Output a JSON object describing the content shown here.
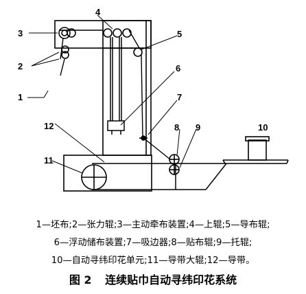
{
  "diagram": {
    "labels": {
      "n1": "1",
      "n2": "2",
      "n3": "3",
      "n4": "4",
      "n5": "5",
      "n6": "6",
      "n7": "7",
      "n8": "8",
      "n9": "9",
      "n10": "10",
      "n11": "11",
      "n12": "12"
    }
  },
  "legend": {
    "line1": "1—坯布;2—张力辊;3—主动牵布装置;4—上辊;5—导布辊;",
    "line2": "6—浮动储布装置;7—吸边器;8—贴布辊;9—托辊;",
    "line3": "10—自动寻纬印花单元;11—导带大辊;12—导带。"
  },
  "caption": {
    "number": "图 2",
    "title": "连续贴巾自动寻纬印花系统"
  }
}
